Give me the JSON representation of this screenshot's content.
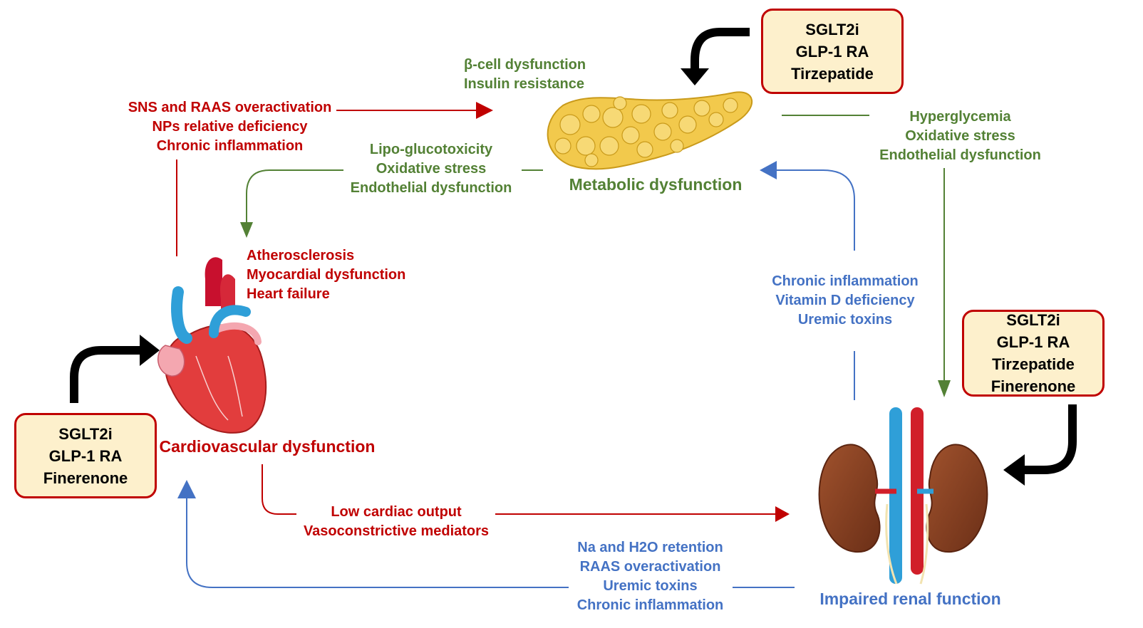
{
  "organs": {
    "metabolic": {
      "title": "Metabolic dysfunction"
    },
    "cardio": {
      "title": "Cardiovascular dysfunction",
      "effects": [
        "Atherosclerosis",
        "Myocardial dysfunction",
        "Heart failure"
      ]
    },
    "renal": {
      "title": "Impaired renal function"
    }
  },
  "pathways": {
    "cardio_to_metabolic": [
      "SNS and RAAS overactivation",
      "NPs relative deficiency",
      "Chronic inflammation"
    ],
    "metabolic_effects": [
      "β-cell dysfunction",
      "Insulin resistance"
    ],
    "metabolic_to_cardio": [
      "Lipo-glucotoxicity",
      "Oxidative stress",
      "Endothelial dysfunction"
    ],
    "metabolic_to_renal": [
      "Hyperglycemia",
      "Oxidative stress",
      "Endothelial dysfunction"
    ],
    "renal_to_metabolic": [
      "Chronic inflammation",
      "Vitamin D deficiency",
      "Uremic toxins"
    ],
    "cardio_to_renal": [
      "Low cardiac output",
      "Vasoconstrictive mediators"
    ],
    "renal_to_cardio": [
      "Na and H2O retention",
      "RAAS overactivation",
      "Uremic toxins",
      "Chronic inflammation"
    ]
  },
  "treatments": {
    "metabolic": [
      "SGLT2i",
      "GLP-1 RA",
      "Tirzepatide"
    ],
    "renal": [
      "SGLT2i",
      "GLP-1 RA",
      "Tirzepatide",
      "Finerenone"
    ],
    "cardio": [
      "SGLT2i",
      "GLP-1 RA",
      "Finerenone"
    ]
  },
  "colors": {
    "cardio": "#c00000",
    "metabolic": "#538135",
    "renal": "#4472c4",
    "treatment_fill": "#fdf0cc"
  }
}
